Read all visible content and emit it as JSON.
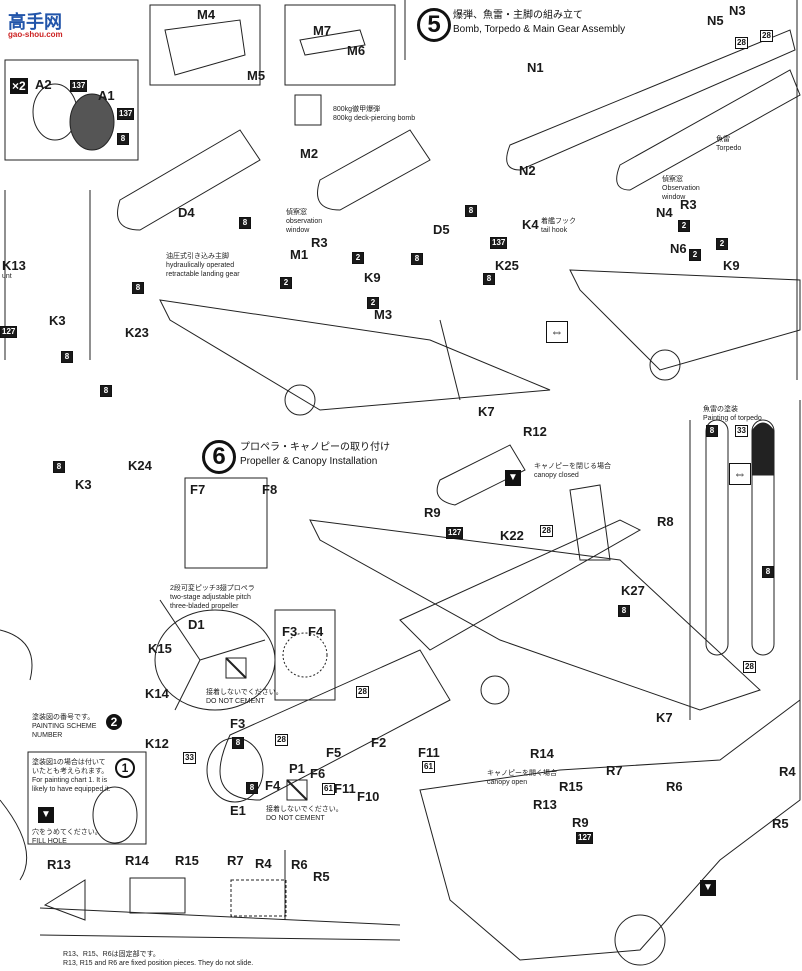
{
  "watermark": {
    "site_name": "高手网",
    "site_url": "gao-shou.com"
  },
  "step5": {
    "number": "5",
    "title_jp": "爆弾、魚雷・主脚の組み立て",
    "title_en": "Bomb, Torpedo & Main Gear Assembly"
  },
  "step6": {
    "number": "6",
    "title_jp": "プロペラ・キャノピーの取り付け",
    "title_en": "Propeller & Canopy Installation"
  },
  "wheel_box": {
    "multiplier": "×2",
    "parts": [
      "A2",
      "A1"
    ],
    "paints": [
      "137",
      "137",
      "8"
    ]
  },
  "notes": {
    "bomb_jp": "800kg徹甲爆弾",
    "bomb_en": "800kg deck-piercing bomb",
    "gear_jp": "油圧式引き込み主脚",
    "gear_en1": "hydraulically operated",
    "gear_en2": "retractable landing gear",
    "obs1_jp": "偵察窓",
    "obs1_en1": "observation",
    "obs1_en2": "window",
    "obs2_jp": "偵察窓",
    "obs2_en1": "Observation",
    "obs2_en2": "window",
    "torpedo_jp": "魚雷",
    "torpedo_en": "Torpedo",
    "tailhook_jp": "着艦フック",
    "tailhook_en": "tail hook",
    "canopy_closed_jp": "キャノピーを閉じる場合",
    "canopy_closed_en": "canopy closed",
    "canopy_open_jp": "キャノピーを開く場合",
    "canopy_open_en": "canopy open",
    "prop_jp": "2段可変ピッチ3翅プロペラ",
    "prop_en1": "two-stage adjustable pitch",
    "prop_en2": "three-bladed propeller",
    "no_cement_jp": "接着しないでください。",
    "no_cement_en": "DO NOT CEMENT",
    "no_cement2_jp": "接着しないでください。",
    "no_cement2_en": "DO NOT CEMENT",
    "scheme_jp": "塗装図の番号です。",
    "scheme_en1": "PAINTING SCHEME",
    "scheme_en2": "NUMBER",
    "scheme_number": "2",
    "chart1_jp1": "塗装図1の場合は付いて",
    "chart1_jp2": "いたとも考えられます。",
    "chart1_en1": "For painting chart 1. It is",
    "chart1_en2": "likely to have equipped it.",
    "chart1_number": "1",
    "fill_hole_jp": "穴をうめてください。",
    "fill_hole_en": "FILL HOLE",
    "torpedo_paint_jp": "魚雷の塗装",
    "torpedo_paint_en": "Painting of torpedo",
    "fixed_jp": "R13、R15、R6は固定部です。",
    "fixed_en": "R13, R15 and R6 are fixed position pieces. They do not slide.",
    "k13_sub": "unt"
  },
  "part_labels": {
    "M4": "M4",
    "M5": "M5",
    "M7": "M7",
    "M6": "M6",
    "M2": "M2",
    "N1": "N1",
    "N2": "N2",
    "N3": "N3",
    "N5": "N5",
    "N4": "N4",
    "N6": "N6",
    "A1": "A1",
    "A2": "A2",
    "D4": "D4",
    "D5": "D5",
    "D1": "D1",
    "M1": "M1",
    "M3": "M3",
    "R3a": "R3",
    "R3b": "R3",
    "K9a": "K9",
    "K9b": "K9",
    "K4": "K4",
    "K25": "K25",
    "K13": "K13",
    "K3a": "K3",
    "K3b": "K3",
    "K23": "K23",
    "K24": "K24",
    "K7a": "K7",
    "K7b": "K7",
    "R12": "R12",
    "R9a": "R9",
    "R9b": "R9",
    "K22": "K22",
    "R8": "R8",
    "K27": "K27",
    "F7": "F7",
    "F8": "F8",
    "F3a": "F3",
    "F3b": "F3",
    "F4a": "F4",
    "F4b": "F4",
    "K15": "K15",
    "K14": "K14",
    "K12": "K12",
    "E1": "E1",
    "P1": "P1",
    "F5": "F5",
    "F6": "F6",
    "F2": "F2",
    "F11a": "F11",
    "F11b": "F11",
    "F10": "F10",
    "R14a": "R14",
    "R7a": "R7",
    "R4a": "R4",
    "R15a": "R15",
    "R6a": "R6",
    "R13a": "R13",
    "R5a": "R5",
    "R13b": "R13",
    "R14b": "R14",
    "R15b": "R15",
    "R7b": "R7",
    "R4b": "R4",
    "R6b": "R6",
    "R5b": "R5"
  },
  "paint_codes": {
    "p28a": "28",
    "p28b": "28",
    "p28c": "28",
    "p28d": "28",
    "p28e": "28",
    "p28f": "28",
    "p8a": "8",
    "p8b": "8",
    "p8c": "8",
    "p8d": "8",
    "p8e": "8",
    "p8f": "8",
    "p8g": "8",
    "p8h": "8",
    "p8i": "8",
    "p8j": "8",
    "p8k": "8",
    "p8l": "8",
    "p8m": "8",
    "p2a": "2",
    "p2b": "2",
    "p2c": "2",
    "p2d": "2",
    "p2e": "2",
    "p2f": "2",
    "p137a": "137",
    "p127a": "127",
    "p127b": "127",
    "p127c": "127",
    "p33a": "33",
    "p33b": "33",
    "p61a": "61",
    "p61b": "61"
  }
}
